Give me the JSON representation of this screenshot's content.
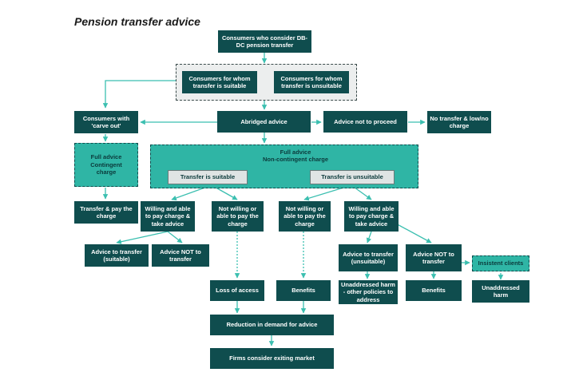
{
  "title": "Pension transfer advice",
  "nodes": {
    "consumers_consider": "Consumers who consider DB-DC pension transfer",
    "suitable": "Consumers for whom transfer is suitable",
    "unsuitable": "Consumers for whom transfer is unsuitable",
    "carve_out": "Consumers with 'carve out'",
    "abridged": "Abridged advice",
    "not_proceed": "Advice not to proceed",
    "no_transfer": "No transfer & low/no charge",
    "full_contingent": "Full advice Contingent charge",
    "full_noncontingent": "Full advice\nNon-contingent charge",
    "ts": "Transfer is suitable",
    "tu": "Transfer is unsuitable",
    "transfer_pay": "Transfer & pay the charge",
    "willing1": "Willing and able to pay charge & take advice",
    "notwilling1": "Not willing or able to pay the charge",
    "notwilling2": "Not willing or able to pay the charge",
    "willing2": "Willing and able to pay charge & take advice",
    "adv_suitable": "Advice to transfer (suitable)",
    "adv_not1": "Advice NOT to transfer",
    "adv_unsuitable": "Advice to transfer (unsuitable)",
    "adv_not2": "Advice NOT to transfer",
    "insistent": "Insistent clients",
    "loss": "Loss of access",
    "benefits1": "Benefits",
    "unaddressed_other": "Unaddressed harm - other policies to address",
    "benefits2": "Benefits",
    "unaddressed": "Unaddressed harm",
    "reduction": "Reduction in demand for advice",
    "exit": "Firms consider exiting market"
  },
  "colors": {
    "dark": "#0f4d4e",
    "teal": "#2fb5a5",
    "arrow": "#3bbfb0",
    "group": "#eceeee"
  }
}
